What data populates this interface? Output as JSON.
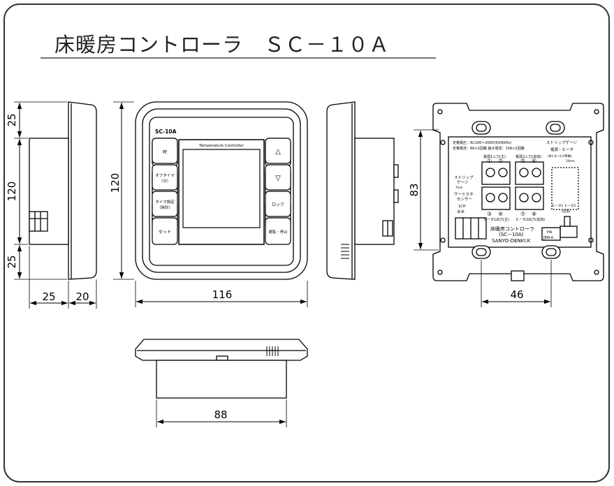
{
  "title": "床暖房コントローラ　ＳＣ－１０Ａ",
  "dimensions": {
    "left_height_top": "25",
    "left_height_mid": "120",
    "left_height_bot": "25",
    "left_width_body": "25",
    "left_width_panel": "20",
    "front_height": "120",
    "front_width": "116",
    "bottom_width": "88",
    "back_height": "83",
    "back_hole_spacing": "46"
  },
  "front_panel": {
    "model": "SC-10A",
    "display_title": "Temperature Controller",
    "left_buttons": [
      "時",
      "オフタイマ\n（分）",
      "タイマ設定\n（時計）",
      "セット"
    ],
    "right_buttons": [
      "△",
      "▽",
      "ロック",
      "運転・停止"
    ]
  },
  "back_panel": {
    "spec_line1": "定格電圧：AC100～200V(50/60Hz)",
    "spec_line2": "定格電流：8A×2回路  最大電流：10A×2回路",
    "strip_gauge_title": "ストリップゲージ",
    "power_heater": "電源・ヒータ",
    "wire_spec": "(Φ1.6～2.0単線)",
    "wire_length": "10mm",
    "input1": "電源1入力(主)",
    "input2": "電源2入力(追加)",
    "t1": "①",
    "t2": "②",
    "t5": "⑤",
    "t6": "⑥",
    "t3": "③",
    "t4": "④",
    "t7": "⑦",
    "t8": "⑧",
    "strip_gauge_left": "ストリップ\nゲージ",
    "strip_gauge_left_len": "7mm",
    "thermistor": "サーミスタ\nセンサー",
    "ch": "1CH",
    "ch_terms": "⑨⑩",
    "heater1": "ヒータ1出力(主)",
    "heater2": "ヒータ2出力(追加)",
    "product_name": "床暖房コントローラ",
    "product_model": "(SC－10A)",
    "maker": "SANYO-DENKI.K",
    "right_heater1": "ヒータ1",
    "right_heater2": "ヒータ2",
    "right_add": "(追加)",
    "ha": "HA",
    "jem": "JEM-A"
  }
}
